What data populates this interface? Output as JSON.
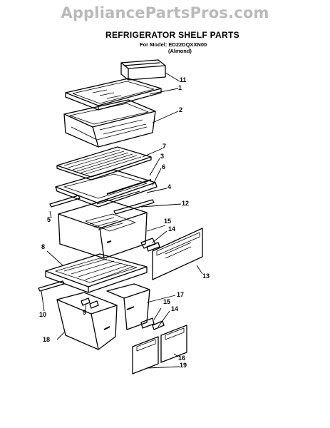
{
  "watermark": "AppliancePartsPros.com",
  "header": {
    "title": "REFRIGERATOR SHELF PARTS",
    "model_line": "For Model: ED22DQXXN00",
    "variant": "(Almond)"
  },
  "callouts": [
    "11",
    "1",
    "2",
    "7",
    "3",
    "6",
    "4",
    "12",
    "5",
    "15",
    "14",
    "13",
    "8",
    "17",
    "10",
    "9",
    "15",
    "14",
    "18",
    "16",
    "19"
  ],
  "footer": {
    "left": "",
    "right": ""
  }
}
